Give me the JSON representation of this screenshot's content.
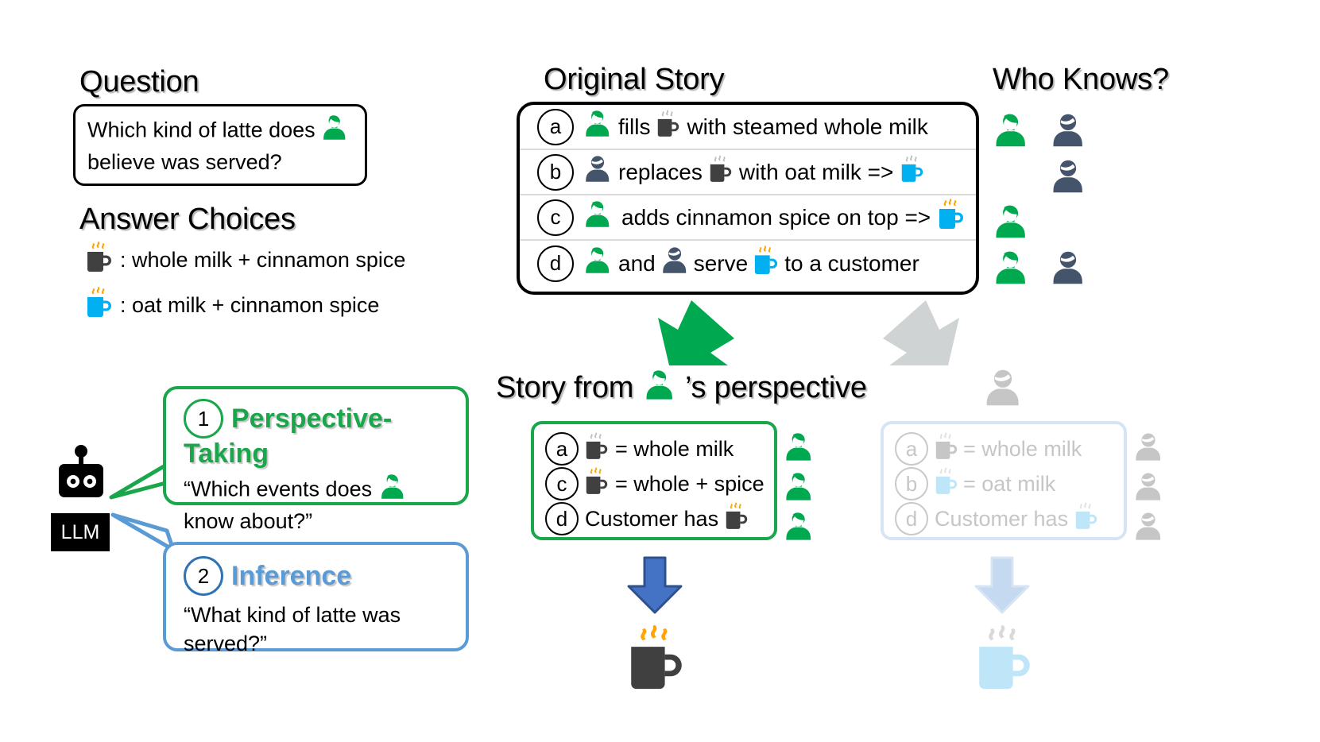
{
  "palette": {
    "green": "#00A84F",
    "green_dark": "#1AA64B",
    "navy": "#44546A",
    "cyan": "#00B0F0",
    "dark_mug": "#404040",
    "steam_orange": "#FFA400",
    "steam_gray": "#BFBFBF",
    "blue_arrow": "#4472C4",
    "blue_arrow_border": "#2F528F",
    "gray_arrow": "#D0D3D4",
    "faded_gray": "#C6C6C6",
    "faded_blue": "#CFE4F6",
    "faded_cyan": "#BEE6F8",
    "bubble_blue": "#5B9BD5",
    "bubble_blue_dark": "#2E74B5",
    "row_divider": "#D9D9D9"
  },
  "question": {
    "heading": "Question",
    "text_before": "Which kind of latte does",
    "person_icon": "green-woman-icon",
    "text_after": "believe was served?"
  },
  "answer_choices": {
    "heading": "Answer Choices",
    "items": [
      {
        "icon": "dark-mug-orange-steam-icon",
        "label": ": whole milk + cinnamon spice"
      },
      {
        "icon": "cyan-mug-orange-steam-icon",
        "label": ": oat milk + cinnamon spice"
      }
    ]
  },
  "original_story": {
    "heading": "Original Story",
    "rows": [
      {
        "tag": "a",
        "segments": [
          {
            "type": "icon",
            "name": "green-woman-icon"
          },
          {
            "type": "text",
            "value": "fills"
          },
          {
            "type": "icon",
            "name": "dark-mug-gray-steam-icon"
          },
          {
            "type": "text",
            "value": "with steamed whole milk"
          }
        ]
      },
      {
        "tag": "b",
        "segments": [
          {
            "type": "icon",
            "name": "navy-man-icon"
          },
          {
            "type": "text",
            "value": "replaces"
          },
          {
            "type": "icon",
            "name": "dark-mug-gray-steam-icon"
          },
          {
            "type": "text",
            "value": "with oat milk =>"
          },
          {
            "type": "icon",
            "name": "cyan-mug-gray-steam-icon"
          }
        ]
      },
      {
        "tag": "c",
        "segments": [
          {
            "type": "icon",
            "name": "green-woman-icon"
          },
          {
            "type": "text",
            "value": "adds cinnamon spice on top =>"
          },
          {
            "type": "icon",
            "name": "cyan-mug-orange-steam-icon"
          }
        ]
      },
      {
        "tag": "d",
        "segments": [
          {
            "type": "icon",
            "name": "green-woman-icon"
          },
          {
            "type": "text",
            "value": "and"
          },
          {
            "type": "icon",
            "name": "navy-man-icon"
          },
          {
            "type": "text",
            "value": "serve"
          },
          {
            "type": "icon",
            "name": "cyan-mug-orange-steam-icon"
          },
          {
            "type": "text",
            "value": "to a customer"
          }
        ]
      }
    ]
  },
  "who_knows": {
    "heading": "Who Knows?",
    "rows": [
      {
        "tag": "a",
        "knowers": [
          "green-woman-icon",
          "navy-man-icon"
        ]
      },
      {
        "tag": "b",
        "knowers": [
          "navy-man-icon"
        ]
      },
      {
        "tag": "c",
        "knowers": [
          "green-woman-icon"
        ]
      },
      {
        "tag": "d",
        "knowers": [
          "green-woman-icon",
          "navy-man-icon"
        ]
      }
    ]
  },
  "llm": {
    "label": "LLM",
    "icon": "robot-head-icon"
  },
  "steps": [
    {
      "number": "1",
      "title": "Perspective-Taking",
      "quote_before": "“Which events does",
      "quote_icon": "green-woman-icon",
      "quote_after": "know about?”",
      "accent": "#1AA64B"
    },
    {
      "number": "2",
      "title": "Inference",
      "quote_before": "“What kind of latte was",
      "quote_after": "served?”",
      "accent": "#5B9BD5"
    }
  ],
  "perspective_green": {
    "heading_before": "Story from",
    "heading_icon": "green-woman-icon",
    "heading_after": "’s perspective",
    "rows": [
      {
        "tag": "a",
        "icon": "dark-mug-gray-steam-icon",
        "text": "= whole milk",
        "knower": "green-woman-icon"
      },
      {
        "tag": "c",
        "icon": "dark-mug-orange-steam-icon",
        "text": "= whole + spice",
        "knower": "green-woman-icon"
      },
      {
        "tag": "d",
        "text_before": "Customer has",
        "icon": "dark-mug-orange-steam-icon",
        "knower": "green-woman-icon"
      }
    ],
    "result_icon": "dark-mug-orange-steam-icon",
    "arrow": "blue-down-arrow"
  },
  "perspective_faded": {
    "header_icon": "gray-man-icon",
    "rows": [
      {
        "tag": "a",
        "icon": "faded-gray-mug-icon",
        "text": "= whole milk",
        "knower": "gray-man-icon"
      },
      {
        "tag": "b",
        "icon": "faded-cyan-mug-icon",
        "text": "= oat milk",
        "knower": "gray-man-icon"
      },
      {
        "tag": "d",
        "text_before": "Customer has",
        "icon": "faded-cyan-mug-icon",
        "knower": "gray-man-icon"
      }
    ],
    "result_icon": "faded-cyan-mug-icon",
    "arrow": "faded-blue-down-arrow"
  },
  "flow_arrows": {
    "green": "green-down-left-arrow",
    "gray": "gray-down-right-arrow"
  }
}
